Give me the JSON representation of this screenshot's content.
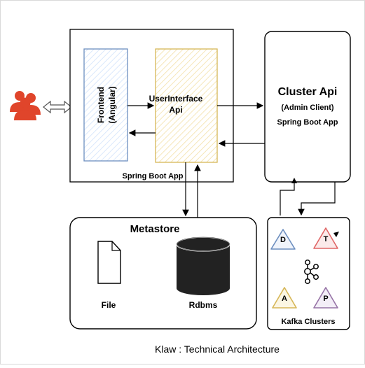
{
  "diagram": {
    "caption": "Klaw : Technical Architecture",
    "spring_app": {
      "label": "Spring Boot App",
      "frontend": {
        "line1": "Frontend",
        "line2": "(Angular)"
      },
      "ui_api": {
        "line1": "UserInterface",
        "line2": "Api"
      }
    },
    "cluster_api": {
      "title": "Cluster Api",
      "subtitle": "(Admin Client)",
      "app": "Spring Boot App"
    },
    "metastore": {
      "title": "Metastore",
      "file_label": "File",
      "db_label": "Rdbms"
    },
    "kafka": {
      "label": "Kafka Clusters",
      "nodes": [
        {
          "letter": "D",
          "color": "#6c8ebf"
        },
        {
          "letter": "T",
          "color": "#e06666"
        },
        {
          "letter": "A",
          "color": "#d6b656"
        },
        {
          "letter": "P",
          "color": "#9673a6"
        }
      ]
    },
    "colors": {
      "users": "#e0452b",
      "frontend_border": "#6c8ebf",
      "frontend_fill": "#dae8fc",
      "api_border": "#d6b656",
      "api_fill": "#fff2cc"
    }
  }
}
